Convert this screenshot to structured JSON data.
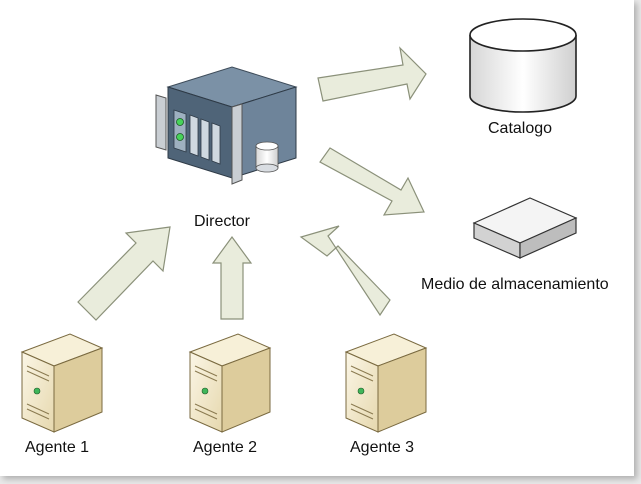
{
  "nodes": {
    "director": "Director",
    "catalogo": "Catalogo",
    "storage": "Medio de almacenamiento",
    "agent1": "Agente 1",
    "agent2": "Agente 2",
    "agent3": "Agente 3"
  },
  "icons": {
    "director": "server-rack-icon",
    "catalogo": "database-cylinder-icon",
    "storage": "storage-box-icon",
    "agents": "tower-server-icon"
  },
  "colors": {
    "arrow_fill": "#e9ecdc",
    "arrow_stroke": "#8b917a",
    "server_body": "#5c7287",
    "agent_body": "#efe4c2"
  }
}
